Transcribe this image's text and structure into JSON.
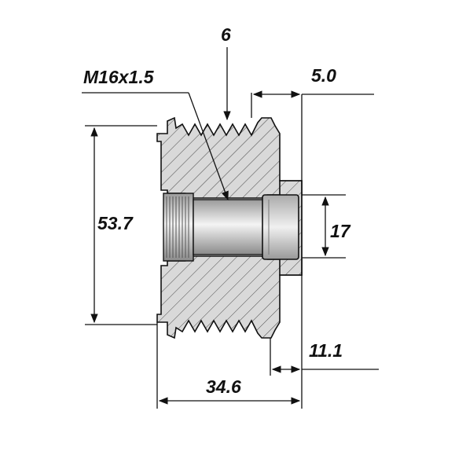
{
  "dimensions": {
    "groove_count": "6",
    "thread": "M16x1.5",
    "front_offset": "5.0",
    "outer_diameter": "53.7",
    "bore_diameter": "17",
    "rear_offset": "11.1",
    "overall_length": "34.6"
  },
  "colors": {
    "line": "#111111",
    "body": "#d6d6d6",
    "hatch": "#555555",
    "light": "#f2f2f2"
  }
}
